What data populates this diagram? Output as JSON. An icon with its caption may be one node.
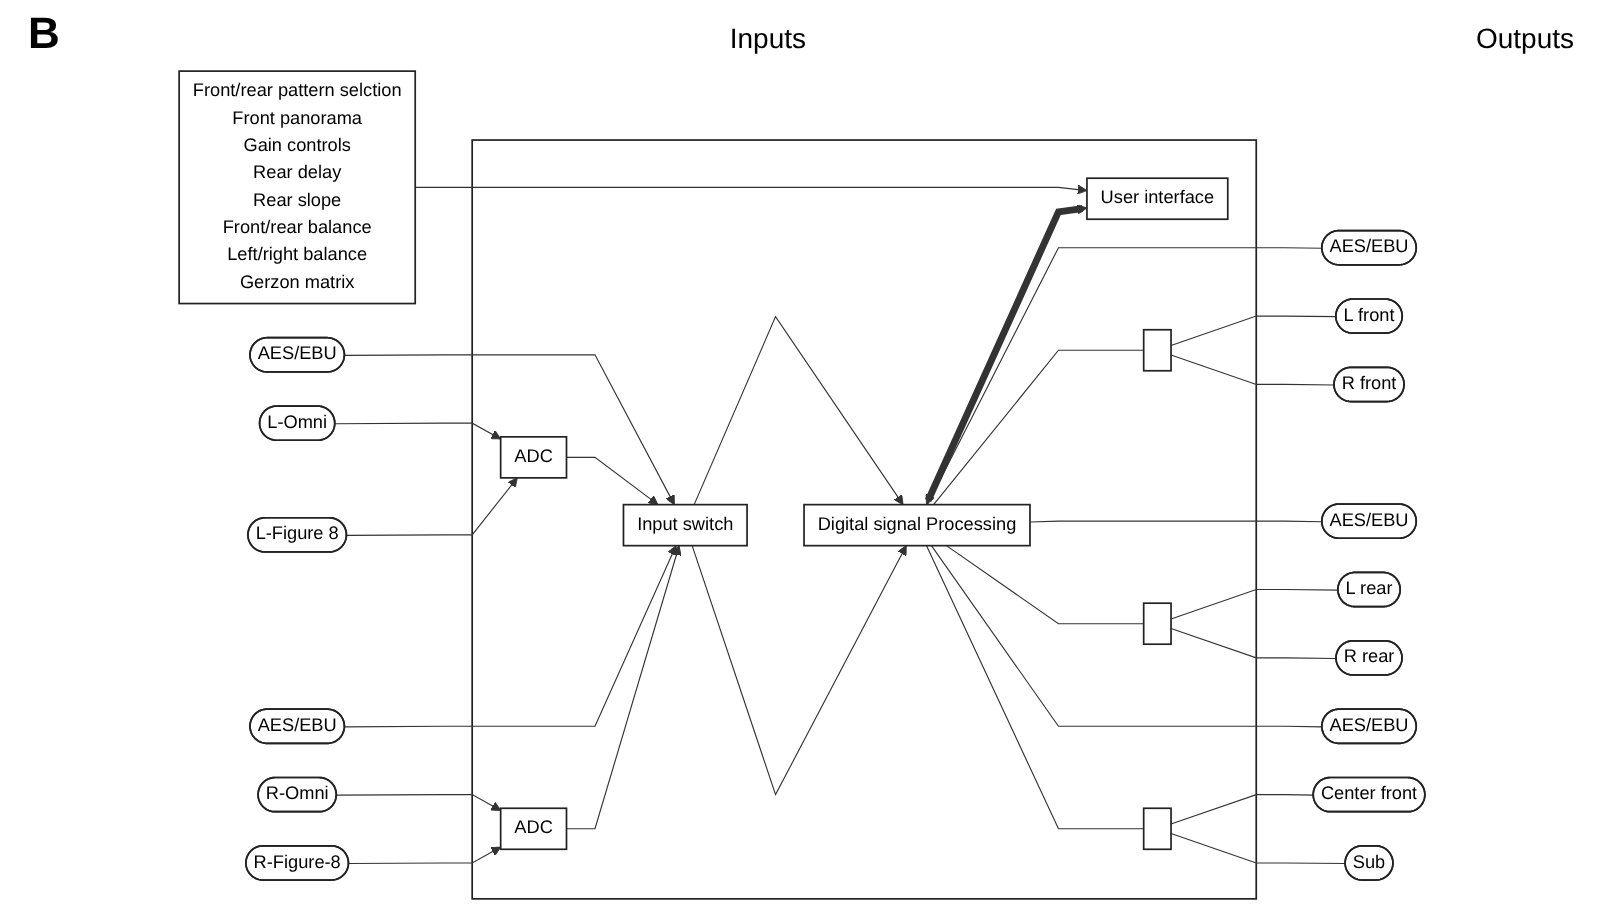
{
  "diagram": {
    "nodes": [
      {
        "text": [],
        "shape": "box"
      },
      {
        "text": [
          "ADC"
        ],
        "in": 0
      },
      {
        "text": [
          "ADC"
        ],
        "in": 0
      },
      {
        "text": [
          "Input switch"
        ],
        "in": 0
      },
      {
        "text": [
          "Digital signal Processing"
        ],
        "in": 0
      },
      {
        "text": [
          "User interface"
        ],
        "in": 0
      },
      {
        "text": [],
        "shape": "box",
        "in": 0
      },
      {
        "text": [],
        "shape": "box",
        "in": 0
      },
      {
        "text": [],
        "shape": "box",
        "in": 0
      },
      {
        "text": [
          "AES/EBU"
        ]
      },
      {
        "text": [
          "L-Omni"
        ]
      },
      {
        "text": [
          "L-Figure 8"
        ]
      },
      {
        "text": [
          "AES/EBU"
        ]
      },
      {
        "text": [
          "R-Omni"
        ]
      },
      {
        "text": [
          "R-Figure-8"
        ]
      },
      {
        "text": [
          "AES/EBU"
        ]
      },
      {
        "text": [
          "L front"
        ]
      },
      {
        "text": [
          "R front"
        ]
      },
      {
        "text": [
          "AES/EBU"
        ]
      },
      {
        "text": [
          "L rear"
        ]
      },
      {
        "text": [
          "R rear"
        ]
      },
      {
        "text": [
          "AES/EBU"
        ]
      },
      {
        "text": [
          "Center front"
        ]
      },
      {
        "text": [
          "Sub"
        ]
      },
      {
        "text": [
          "Front/rear pattern selction",
          "Front panorama",
          "Gain controls",
          "Rear delay",
          "Rear slope",
          "Front/rear balance",
          "Left/right balance",
          "Gerzon matrix"
        ]
      }
    ],
    "edges": [
      {
        "from": 9,
        "to": 3,
        "arrow": "to"
      },
      {
        "from": 10,
        "to": 1,
        "arrow": "to"
      },
      {
        "from": 11,
        "to": 1,
        "arrow": "to"
      },
      {
        "from": 1,
        "to": 3,
        "arrow": "to"
      },
      {
        "from": 12,
        "to": 3,
        "arrow": "to"
      },
      {
        "from": 13,
        "to": 2,
        "arrow": "to"
      },
      {
        "from": 14,
        "to": 2,
        "arrow": "to"
      },
      {
        "from": 2,
        "to": 3,
        "arrow": "to"
      },
      {
        "from": 3,
        "to": 4,
        "arrow": "to"
      },
      {
        "from": 3,
        "to": 4,
        "arrow": "to"
      },
      {
        "from": 4,
        "to": 5,
        "arrow": "both",
        "style": "thick"
      },
      {
        "from": 24,
        "to": 5,
        "arrow": "to"
      },
      {
        "from": 4,
        "to": 15,
        "arrow": "none"
      },
      {
        "from": 4,
        "to": 6,
        "arrow": "none"
      },
      {
        "from": 6,
        "to": 16,
        "arrow": "none"
      },
      {
        "from": 6,
        "to": 17,
        "arrow": "none"
      },
      {
        "from": 4,
        "to": 18,
        "arrow": "none"
      },
      {
        "from": 4,
        "to": 7,
        "arrow": "none"
      },
      {
        "from": 7,
        "to": 19,
        "arrow": "none"
      },
      {
        "from": 7,
        "to": 20,
        "arrow": "none"
      },
      {
        "from": 4,
        "to": 21,
        "arrow": "none"
      },
      {
        "from": 4,
        "to": 8,
        "arrow": "none"
      },
      {
        "from": 8,
        "to": 22,
        "arrow": "none"
      },
      {
        "from": 8,
        "to": 23,
        "arrow": "none"
      }
    ],
    "labels": [
      "B",
      "Inputs",
      "Outputs"
    ]
  }
}
